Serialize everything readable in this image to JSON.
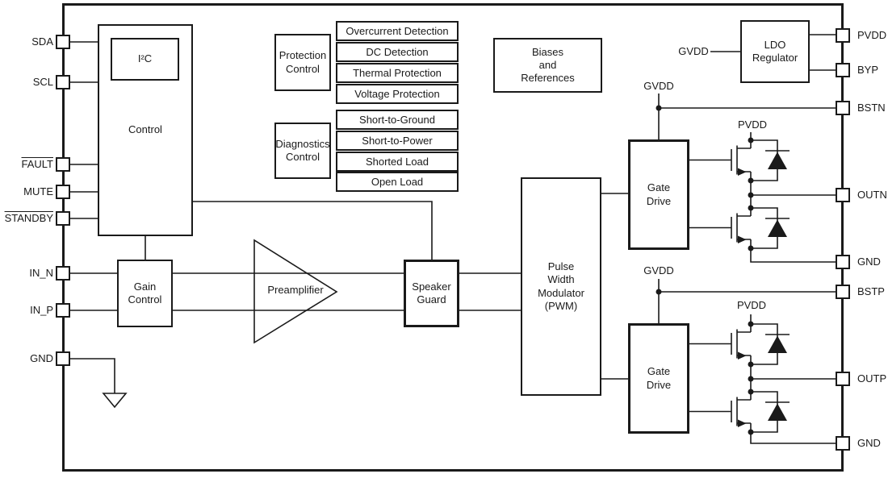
{
  "colors": {
    "line": "#1a1a1a",
    "background": "#ffffff"
  },
  "blocks": {
    "control": {
      "label": "Control"
    },
    "i2c": {
      "label": "I²C"
    },
    "protection_control": {
      "label": "Protection\nControl"
    },
    "diagnostics_control": {
      "label": "Diagnostics\nControl"
    },
    "biases": {
      "label": "Biases\nand\nReferences"
    },
    "ldo": {
      "label": "LDO\nRegulator"
    },
    "gain_control": {
      "label": "Gain\nControl"
    },
    "preamplifier": {
      "label": "Preamplifier"
    },
    "speaker_guard": {
      "label": "Speaker\nGuard"
    },
    "pwm": {
      "label": "Pulse\nWidth\nModulator\n(PWM)"
    },
    "gate_drive_n": {
      "label": "Gate\nDrive"
    },
    "gate_drive_p": {
      "label": "Gate\nDrive"
    }
  },
  "protection_functions": [
    "Overcurrent Detection",
    "DC Detection",
    "Thermal Protection",
    "Voltage Protection"
  ],
  "diagnostic_functions": [
    "Short-to-Ground",
    "Short-to-Power",
    "Shorted Load",
    "Open Load"
  ],
  "pins_left": [
    {
      "label": "SDA",
      "active_low": false
    },
    {
      "label": "SCL",
      "active_low": false
    },
    {
      "label": "FAULT",
      "active_low": true
    },
    {
      "label": "MUTE",
      "active_low": false
    },
    {
      "label": "STANDBY",
      "active_low": true
    },
    {
      "label": "IN_N",
      "active_low": false
    },
    {
      "label": "IN_P",
      "active_low": false
    },
    {
      "label": "GND",
      "active_low": false
    }
  ],
  "pins_right": [
    {
      "label": "PVDD"
    },
    {
      "label": "BYP"
    },
    {
      "label": "BSTN"
    },
    {
      "label": "OUTN"
    },
    {
      "label": "GND"
    },
    {
      "label": "BSTP"
    },
    {
      "label": "OUTP"
    },
    {
      "label": "GND"
    }
  ],
  "net_labels": {
    "gvdd_ldo": "GVDD",
    "gvdd_high_n": "GVDD",
    "gvdd_high_p": "GVDD",
    "pvdd_n": "PVDD",
    "pvdd_p": "PVDD"
  }
}
